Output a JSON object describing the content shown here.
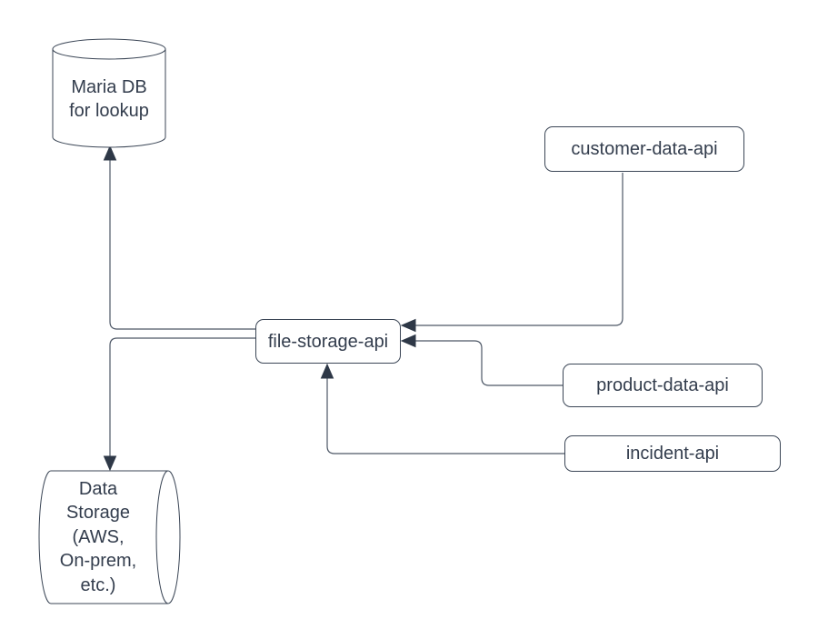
{
  "nodes": {
    "maria_db": {
      "label": "Maria DB\nfor lookup",
      "shape": "cylinder-vertical"
    },
    "data_storage": {
      "label": "Data\nStorage\n(AWS,\nOn-prem,\netc.)",
      "shape": "cylinder-horizontal"
    },
    "file_storage_api": {
      "label": "file-storage-api",
      "shape": "rounded-rectangle"
    },
    "customer_data_api": {
      "label": "customer-data-api",
      "shape": "rounded-rectangle"
    },
    "product_data_api": {
      "label": "product-data-api",
      "shape": "rounded-rectangle"
    },
    "incident_api": {
      "label": "incident-api",
      "shape": "rounded-rectangle"
    }
  },
  "edges": [
    {
      "from": "customer-data-api",
      "to": "file-storage-api",
      "arrow_enters": "right-side"
    },
    {
      "from": "product-data-api",
      "to": "file-storage-api",
      "arrow_enters": "right-side"
    },
    {
      "from": "incident-api",
      "to": "file-storage-api",
      "arrow_enters": "bottom"
    },
    {
      "from": "file-storage-api",
      "to": "Maria DB for lookup",
      "arrow_enters": "bottom"
    },
    {
      "from": "file-storage-api",
      "to": "Data Storage (AWS, On-prem, etc.)",
      "arrow_enters": "top"
    }
  ],
  "colors": {
    "background": "#ffffff",
    "shape_fill": "#ffffff",
    "stroke": "#3b4656",
    "arrowhead": "#2e3847",
    "text": "#333d4d"
  }
}
